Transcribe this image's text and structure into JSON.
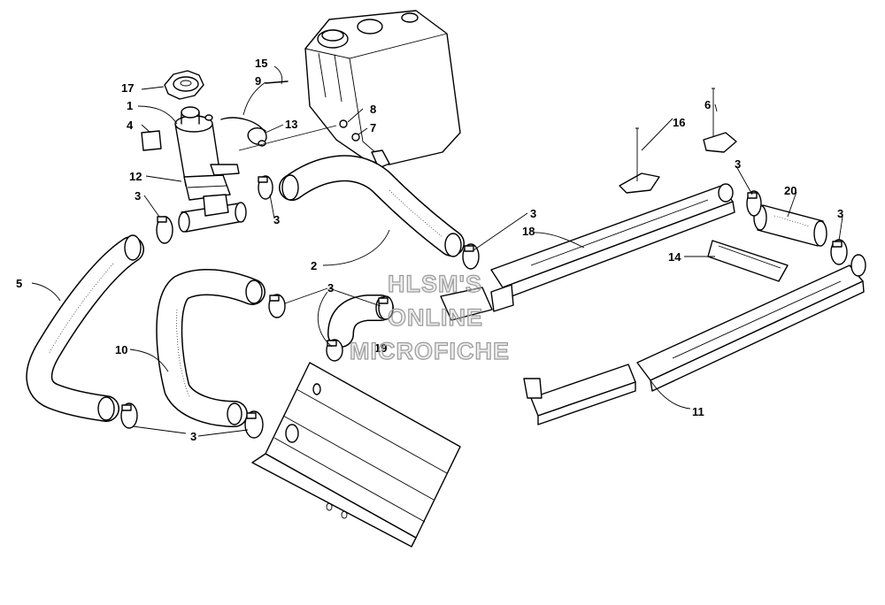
{
  "callouts": {
    "c1": "1",
    "c2": "2",
    "c3a": "3",
    "c3b": "3",
    "c3c": "3",
    "c3d": "3",
    "c3e": "3",
    "c3f": "3",
    "c3g": "3",
    "c4": "4",
    "c5": "5",
    "c6": "6",
    "c7": "7",
    "c8": "8",
    "c9": "9",
    "c10": "10",
    "c11": "11",
    "c12": "12",
    "c13": "13",
    "c14": "14",
    "c15": "15",
    "c16": "16",
    "c17": "17",
    "c18": "18",
    "c19": "19",
    "c20": "20"
  },
  "watermark": {
    "line1": "HLSM'S",
    "line2": "ONLINE",
    "line3": "MICROFICHE",
    "color": "#9a9a9a"
  }
}
